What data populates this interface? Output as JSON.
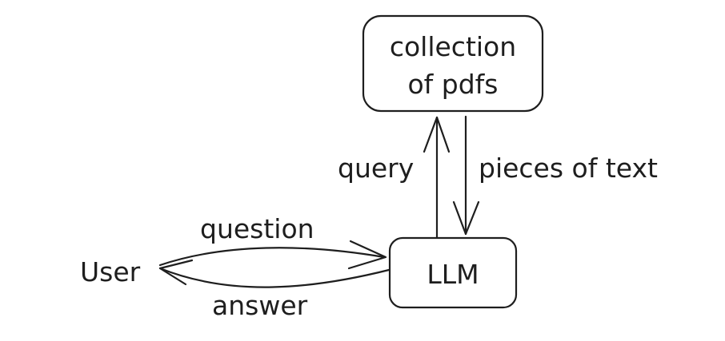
{
  "nodes": {
    "collection": {
      "line1": "collection",
      "line2": "of pdfs"
    },
    "llm": {
      "label": "LLM"
    },
    "user": {
      "label": "User"
    }
  },
  "edges": {
    "query": {
      "label": "query"
    },
    "pieces": {
      "label": "pieces of text"
    },
    "question": {
      "label": "question"
    },
    "answer": {
      "label": "answer"
    }
  },
  "colors": {
    "ink": "#1e1e1e",
    "background": "#ffffff"
  }
}
